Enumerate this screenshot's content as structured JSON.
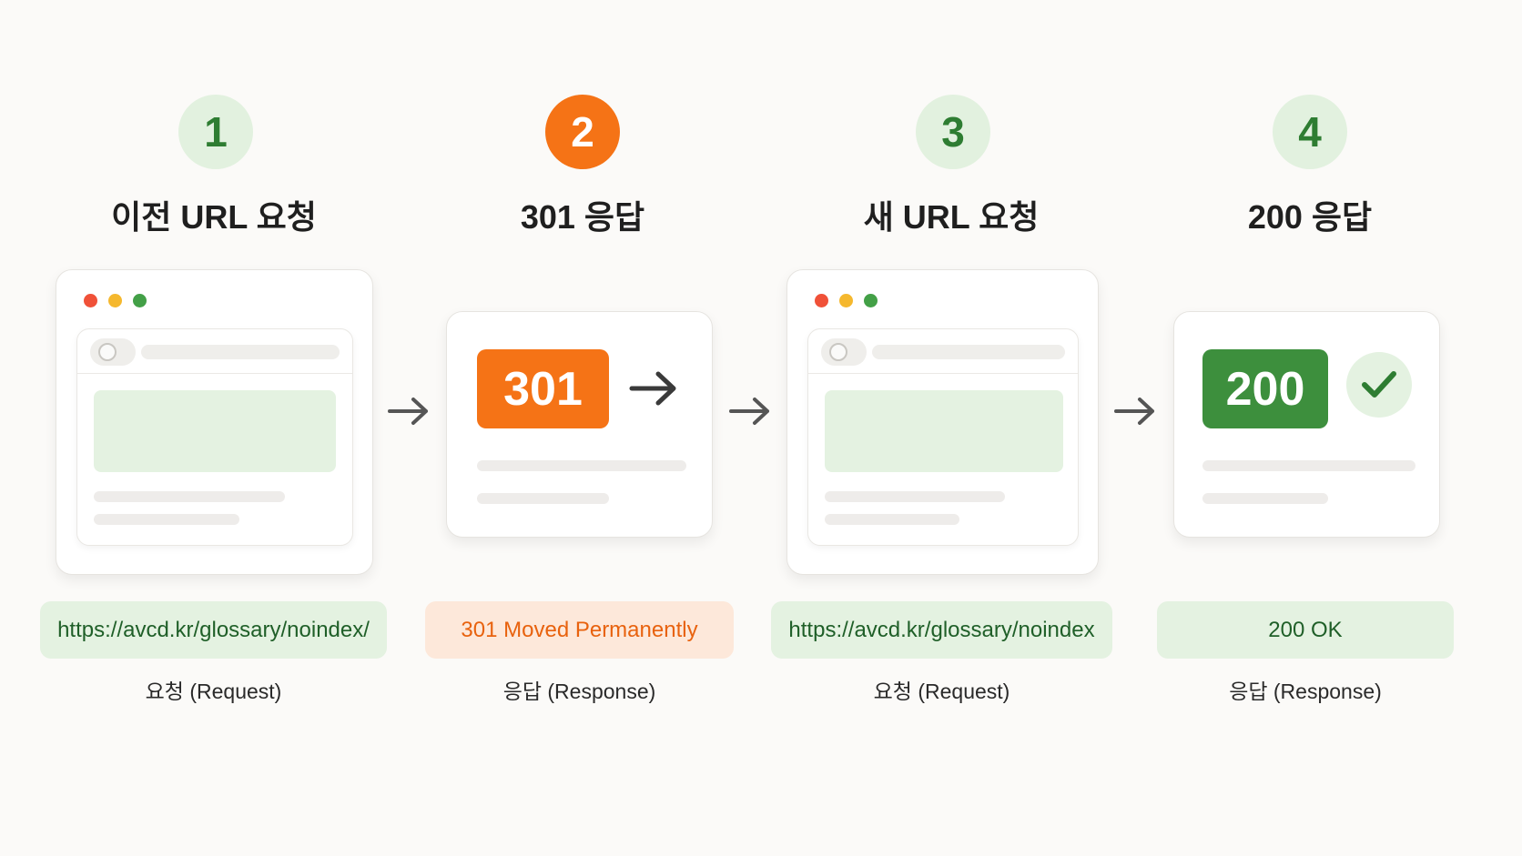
{
  "steps": [
    {
      "number": "1",
      "title": "이전 URL 요청",
      "url": "https://avcd.kr/glossary/noindex/",
      "caption": "요청 (Request)"
    },
    {
      "number": "2",
      "title": "301 응답",
      "status_code": "301",
      "status_text": "301 Moved Permanently",
      "caption": "응답 (Response)"
    },
    {
      "number": "3",
      "title": "새 URL 요청",
      "url": "https://avcd.kr/glossary/noindex",
      "caption": "요청 (Request)"
    },
    {
      "number": "4",
      "title": "200 응답",
      "status_code": "200",
      "status_text": "200 OK",
      "caption": "응답 (Response)"
    }
  ],
  "colors": {
    "accent_green": "#3d8f3d",
    "accent_orange": "#f57316",
    "pill_green_bg": "#e4f2e1",
    "pill_orange_bg": "#fde8da",
    "background": "#fbfaf8"
  },
  "icons": {
    "flow_arrow": "arrow-right-icon",
    "redirect_arrow": "arrow-right-icon",
    "success": "check-icon",
    "window_controls": [
      "red-dot",
      "yellow-dot",
      "green-dot"
    ]
  }
}
